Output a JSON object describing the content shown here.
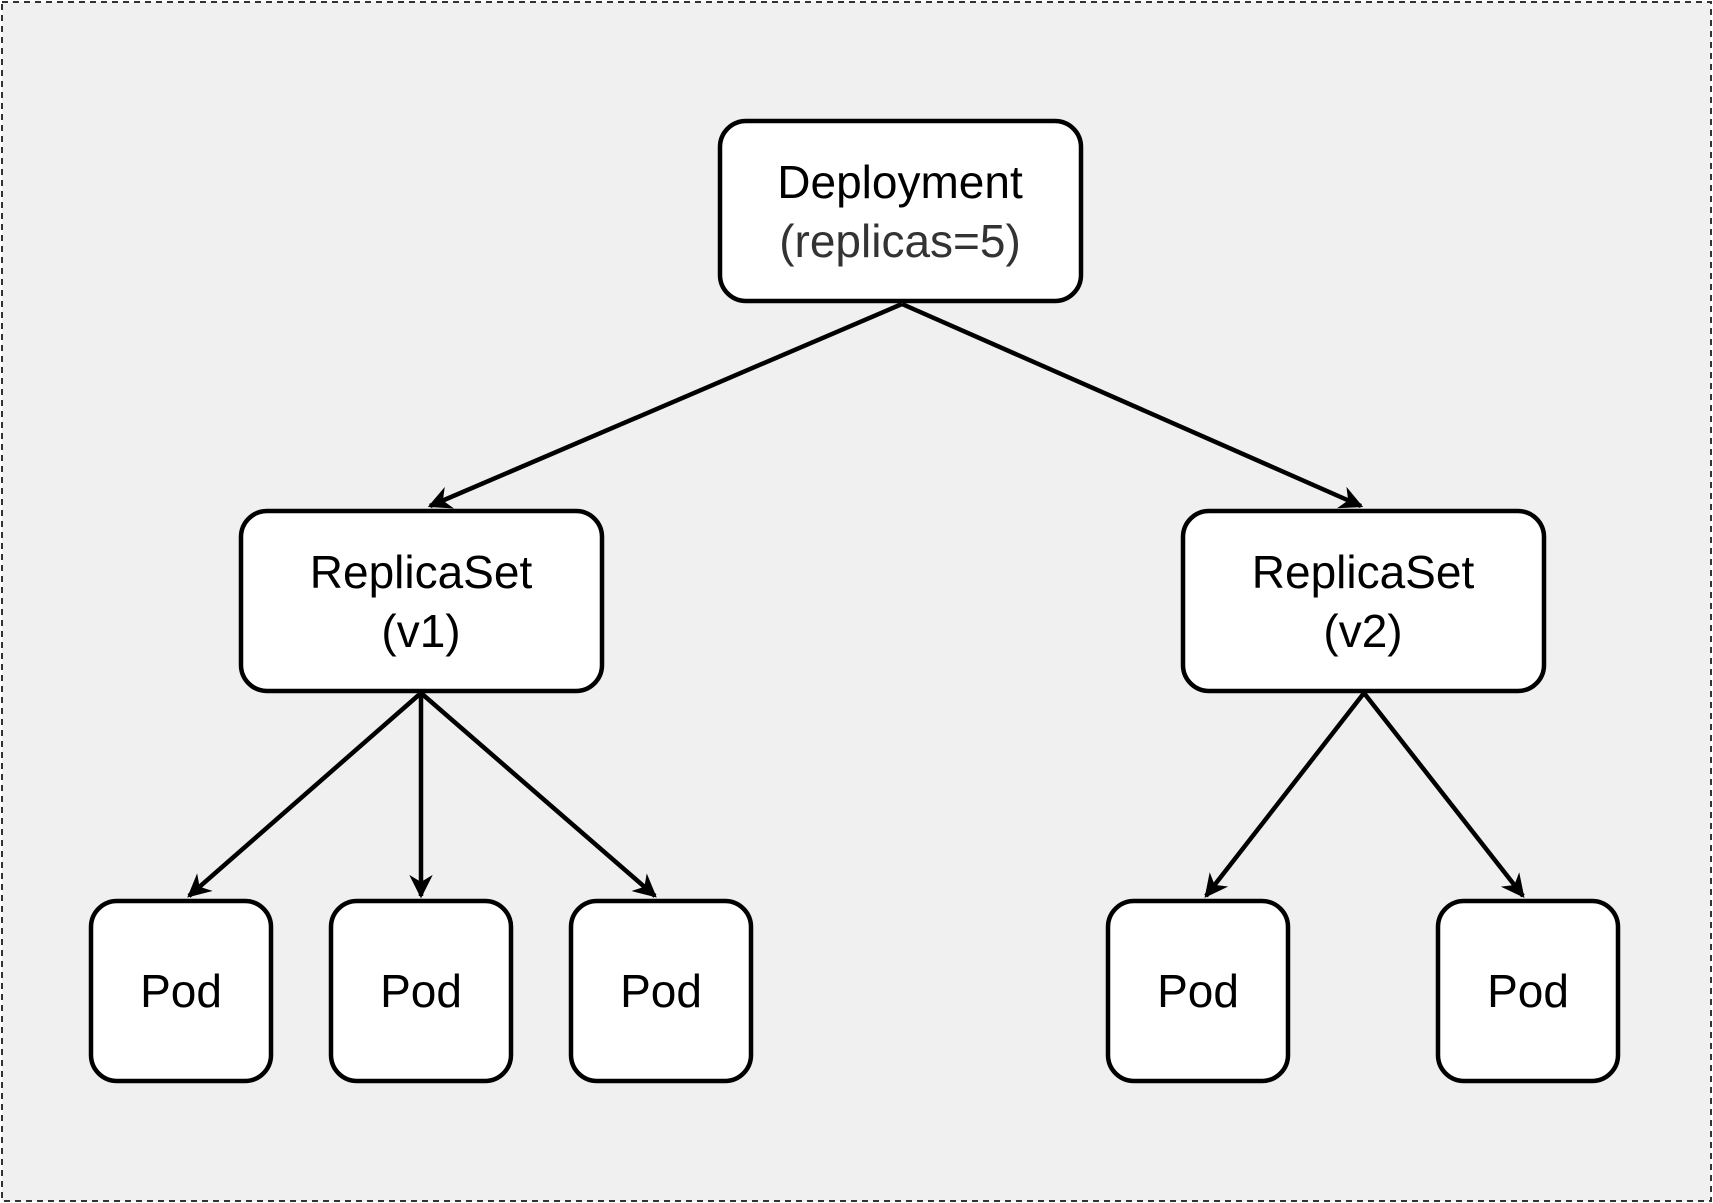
{
  "colors": {
    "background": "#f0f0f0",
    "frame_border": "#333333",
    "node_fill": "#ffffff",
    "node_stroke": "#000000",
    "edge": "#000000",
    "text": "#000000",
    "muted_text": "#333333"
  },
  "nodes": {
    "deployment": {
      "label": "Deployment",
      "sub": "(replicas=5)"
    },
    "replicaset_v1": {
      "label": "ReplicaSet",
      "sub": "(v1)"
    },
    "replicaset_v2": {
      "label": "ReplicaSet",
      "sub": "(v2)"
    },
    "pod_1": {
      "label": "Pod"
    },
    "pod_2": {
      "label": "Pod"
    },
    "pod_3": {
      "label": "Pod"
    },
    "pod_4": {
      "label": "Pod"
    },
    "pod_5": {
      "label": "Pod"
    }
  },
  "edges": [
    {
      "from": "deployment",
      "to": "replicaset_v1"
    },
    {
      "from": "deployment",
      "to": "replicaset_v2"
    },
    {
      "from": "replicaset_v1",
      "to": "pod_1"
    },
    {
      "from": "replicaset_v1",
      "to": "pod_2"
    },
    {
      "from": "replicaset_v1",
      "to": "pod_3"
    },
    {
      "from": "replicaset_v2",
      "to": "pod_4"
    },
    {
      "from": "replicaset_v2",
      "to": "pod_5"
    }
  ]
}
